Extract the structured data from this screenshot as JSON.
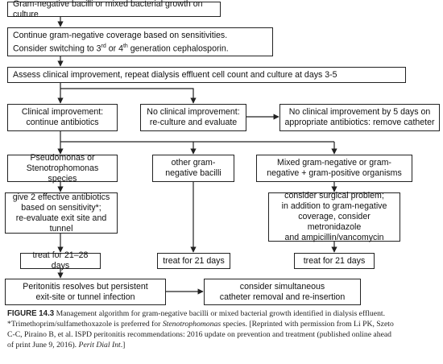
{
  "diagram": {
    "boxes": {
      "b1": "Gram-negative bacilli or mixed bacterial growth on culture",
      "b2_line1": "Continue gram-negative coverage based on sensitivities.",
      "b2_line2_pre": "Consider switching to 3",
      "b2_sup1": "rd",
      "b2_mid": " or 4",
      "b2_sup2": "th",
      "b2_post": " generation cephalosporin.",
      "b3": "Assess clinical improvement, repeat dialysis effluent cell count and culture at days 3-5",
      "b4": "Clinical improvement:\ncontinue antibiotics",
      "b5": "No clinical improvement:\nre-culture and evaluate",
      "b6": "No clinical improvement by 5 days on\nappropriate antibiotics: remove catheter",
      "b7": "Pseudomonas or\nStenotrophomonas species",
      "b8": "other gram-\nnegative bacilli",
      "b9": "Mixed gram-negative or gram-\nnegative + gram-positive organisms",
      "b10": "give 2 effective antibiotics\nbased on sensitivity*;\nre-evaluate exit site and tunnel",
      "b11": "consider surgical problem;\nin addition to gram-negative\ncoverage, consider metronidazole\nand ampicillin/vancomycin",
      "b12": "treat for 21–28 days",
      "b13": "treat for 21 days",
      "b14": "treat for 21 days",
      "b15": "Peritonitis resolves but persistent\nexit-site or tunnel infection",
      "b16": "consider simultaneous\ncatheter removal and re-insertion"
    }
  },
  "caption": {
    "label": "FIGURE 14.3",
    "line1": "Management algorithm for gram-negative bacilli or mixed bacterial growth identified in dialysis effluent.",
    "line2_pre": "*Trimethoprim/sulfamethoxazole is preferred for ",
    "line2_italic": "Stenotrophomonas",
    "line2_post": " species. [Reprinted with permission from Li PK, Szeto",
    "line3": "C-C, Piraino B, et al. ISPD peritonitis recommendations: 2016 update on prevention and treatment (published online ahead",
    "line4_pre": "of print June 9, 2016). ",
    "line4_italic": "Perit Dial Int",
    "line4_post": ".]"
  }
}
